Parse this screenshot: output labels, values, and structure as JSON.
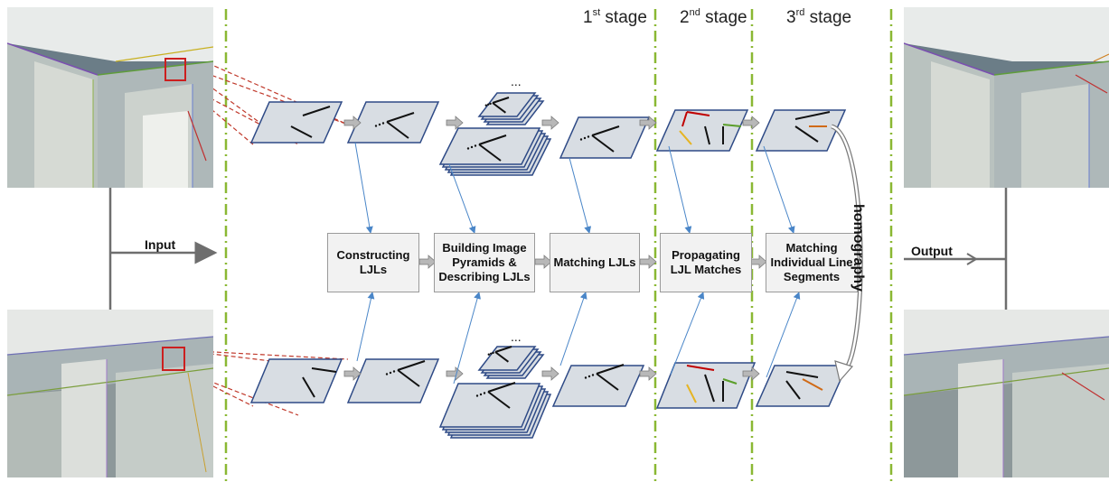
{
  "stages": [
    {
      "num": "1",
      "suffix": "st",
      "word": " stage"
    },
    {
      "num": "2",
      "suffix": "nd",
      "word": " stage"
    },
    {
      "num": "3",
      "suffix": "rd",
      "word": " stage"
    }
  ],
  "steps": [
    "Constructing\nLJLs",
    "Building Image\nPyramids &\nDescribing LJLs",
    "Matching LJLs",
    "Propagating\nLJL Matches",
    "Matching\nIndividual Line\nSegments"
  ],
  "input_label": "Input",
  "output_label": "Output",
  "homography_label": "homography",
  "ellipsis": "...",
  "colors": {
    "stage_divider": "#8ab833",
    "connector": "#4a86c8",
    "panel_fill": "#d8dde3",
    "panel_border": "#2e4a86",
    "step_arrow": "#9e9e9e",
    "dashed_lines": "#c0392b",
    "match_red": "#c00000",
    "match_yellow": "#e6b422",
    "match_green": "#5a9e2a",
    "match_orange": "#d06a16"
  },
  "icons": [
    "input-photo-top",
    "input-photo-bottom",
    "output-photo-top",
    "output-photo-bottom"
  ]
}
